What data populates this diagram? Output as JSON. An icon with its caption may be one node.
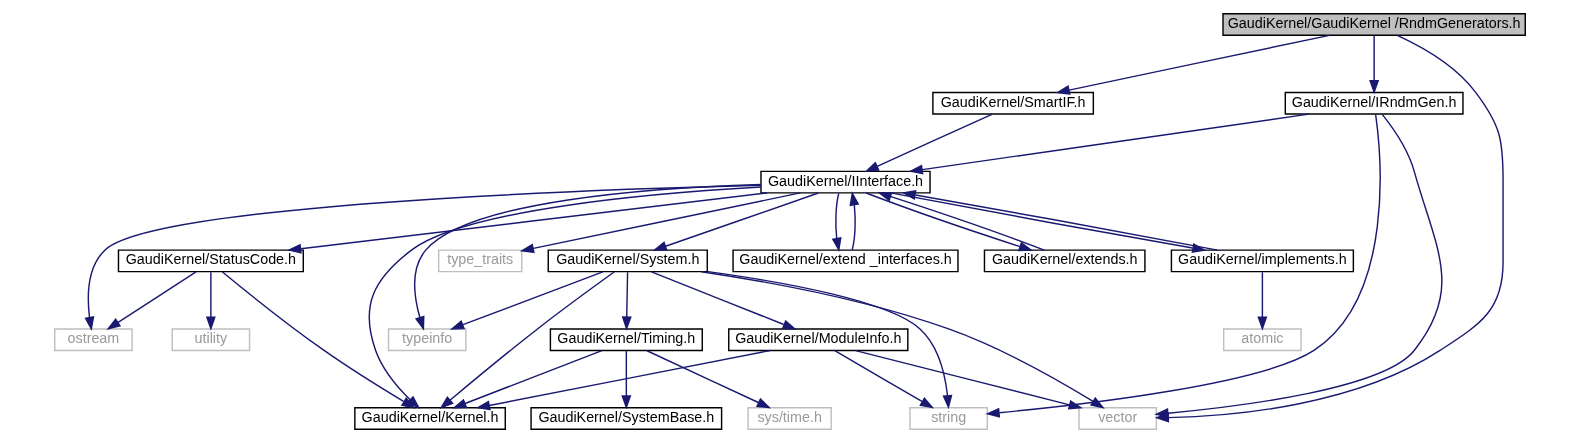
{
  "diagram": {
    "nodes": [
      {
        "text": [
          "GaudiKernel/GaudiKernel /RndmGenerators.h"
        ]
      },
      {
        "text": [
          "GaudiKernel/SmartIF.h"
        ]
      },
      {
        "text": [
          "GaudiKernel/IRndmGen.h"
        ]
      },
      {
        "text": [
          "GaudiKernel/IInterface.h"
        ]
      },
      {
        "text": [
          "GaudiKernel/implements.h"
        ]
      },
      {
        "text": [
          "GaudiKernel/extend _interfaces.h"
        ]
      },
      {
        "text": [
          "GaudiKernel/extends.h"
        ]
      },
      {
        "text": [
          "GaudiKernel/StatusCode.h"
        ]
      },
      {
        "text": [
          "ostream"
        ]
      },
      {
        "text": [
          "GaudiKernel/Kernel.h"
        ]
      },
      {
        "text": [
          "typeinfo"
        ]
      },
      {
        "text": [
          "type_traits"
        ]
      },
      {
        "text": [
          "GaudiKernel/System.h"
        ]
      },
      {
        "text": [
          "atomic"
        ]
      },
      {
        "text": [
          "utility"
        ]
      },
      {
        "text": [
          "GaudiKernel/Timing.h"
        ]
      },
      {
        "text": [
          "sys/time.h"
        ]
      },
      {
        "text": [
          "GaudiKernel/SystemBase.h"
        ]
      },
      {
        "text": [
          "GaudiKernel/ModuleInfo.h"
        ]
      },
      {
        "text": [
          "string"
        ]
      },
      {
        "text": [
          "vector"
        ]
      }
    ],
    "edges": [
      {
        "from": 0,
        "to": 1,
        "arrow": "to"
      },
      {
        "from": 0,
        "to": 2,
        "arrow": "to"
      },
      {
        "from": 0,
        "to": 20,
        "arrow": "to"
      },
      {
        "from": 1,
        "to": 3,
        "arrow": "to"
      },
      {
        "from": 2,
        "to": 3,
        "arrow": "to"
      },
      {
        "from": 2,
        "to": 19,
        "arrow": "to"
      },
      {
        "from": 2,
        "to": 20,
        "arrow": "to"
      },
      {
        "from": 3,
        "to": 4,
        "arrow": "to"
      },
      {
        "from": 4,
        "to": 3,
        "arrow": "to"
      },
      {
        "from": 3,
        "to": 5,
        "arrow": "to"
      },
      {
        "from": 5,
        "to": 3,
        "arrow": "to"
      },
      {
        "from": 3,
        "to": 6,
        "arrow": "to"
      },
      {
        "from": 6,
        "to": 3,
        "arrow": "to"
      },
      {
        "from": 3,
        "to": 7,
        "arrow": "to"
      },
      {
        "from": 3,
        "to": 8,
        "arrow": "to"
      },
      {
        "from": 3,
        "to": 9,
        "arrow": "to"
      },
      {
        "from": 3,
        "to": 10,
        "arrow": "to"
      },
      {
        "from": 3,
        "to": 11,
        "arrow": "to"
      },
      {
        "from": 3,
        "to": 12,
        "arrow": "to"
      },
      {
        "from": 4,
        "to": 13,
        "arrow": "to"
      },
      {
        "from": 7,
        "to": 14,
        "arrow": "to"
      },
      {
        "from": 7,
        "to": 8,
        "arrow": "to"
      },
      {
        "from": 7,
        "to": 9,
        "arrow": "to"
      },
      {
        "from": 12,
        "to": 10,
        "arrow": "to"
      },
      {
        "from": 12,
        "to": 9,
        "arrow": "to"
      },
      {
        "from": 12,
        "to": 15,
        "arrow": "to"
      },
      {
        "from": 12,
        "to": 19,
        "arrow": "to"
      },
      {
        "from": 12,
        "to": 18,
        "arrow": "to"
      },
      {
        "from": 12,
        "to": 20,
        "arrow": "to"
      },
      {
        "from": 15,
        "to": 9,
        "arrow": "to"
      },
      {
        "from": 15,
        "to": 16,
        "arrow": "to"
      },
      {
        "from": 15,
        "to": 17,
        "arrow": "to"
      },
      {
        "from": 18,
        "to": 9,
        "arrow": "to"
      },
      {
        "from": 18,
        "to": 19,
        "arrow": "to"
      },
      {
        "from": 18,
        "to": 20,
        "arrow": "to"
      }
    ]
  }
}
